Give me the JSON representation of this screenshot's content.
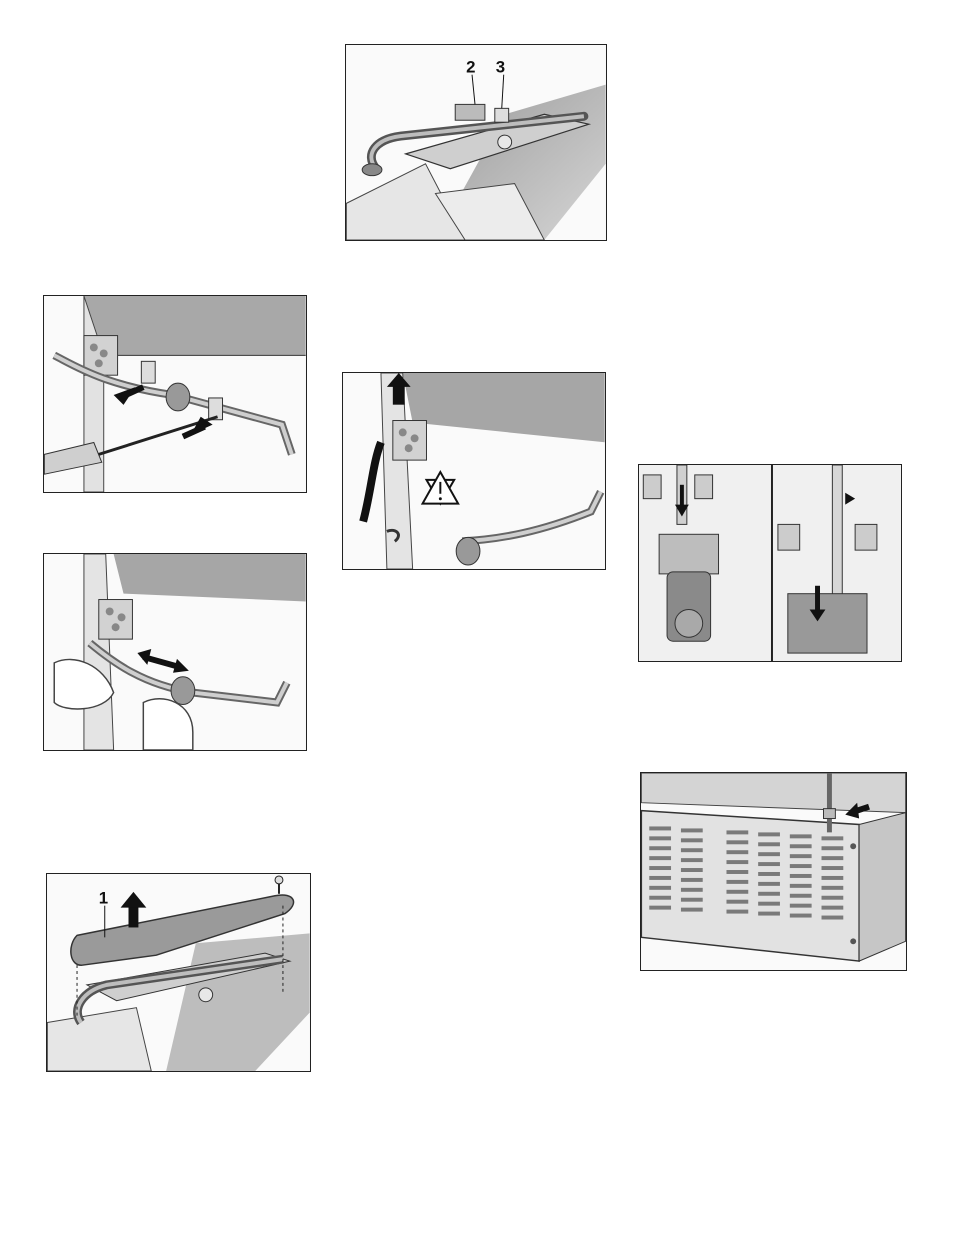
{
  "figures": {
    "fig_hinge_wires": {
      "callouts": [
        "2",
        "3"
      ]
    },
    "fig_cover": {
      "callouts": [
        "1"
      ]
    }
  }
}
